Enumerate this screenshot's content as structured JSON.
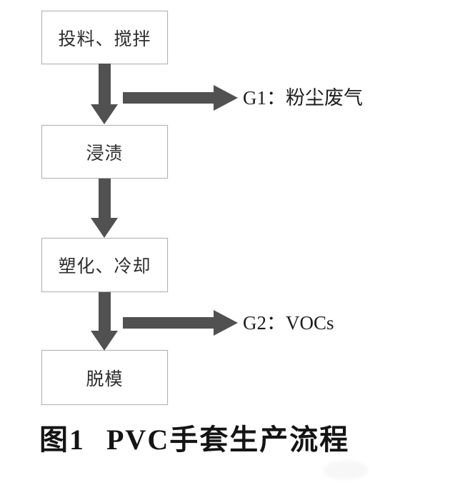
{
  "diagram": {
    "steps": [
      {
        "label": "投料、搅拌"
      },
      {
        "label": "浸渍"
      },
      {
        "label": "塑化、冷却"
      },
      {
        "label": "脱模"
      }
    ],
    "emissions": [
      {
        "label": "G1：粉尘废气",
        "from_step": "投料、搅拌"
      },
      {
        "label": "G2：VOCs",
        "from_step": "塑化、冷却"
      }
    ],
    "caption": {
      "figure_no": "图1",
      "title": "PVC手套生产流程"
    },
    "colors": {
      "arrow": "#515151",
      "box_border": "#b3b3b3",
      "box_background": "#ffffff",
      "text": "#2e2e2e",
      "caption_text": "#141414",
      "page_background": "#ffffff"
    }
  }
}
